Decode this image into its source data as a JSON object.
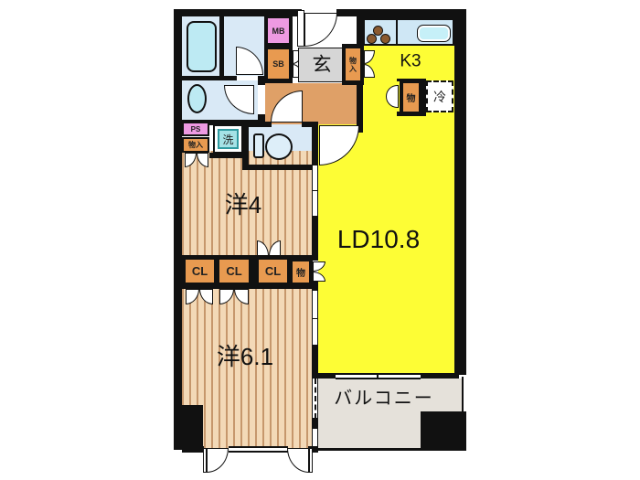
{
  "title": "apartment-floor-plan",
  "colors": {
    "wall": "#111111",
    "yellow": "#fdfd35",
    "hall_orange": "#dfa067",
    "closet_orange": "#e89a50",
    "floor_base": "#f3d9b7",
    "floor_stripe": "#c6976c",
    "water_blue": "#d9e9f6",
    "fixture_cyan": "#bdeaf3",
    "counter_blue": "#cfe7f5",
    "sink_cyan": "#c6f0f8",
    "genkan_gray": "#d6d6d6",
    "balcony_gray": "#e5e1da",
    "pink": "#ee9ae2",
    "teal_border": "#2f9aa0",
    "teal_fill": "#a5e2e6",
    "burner_brown": "#8b5a2f"
  },
  "rooms": {
    "living_dining": {
      "label": "LD10.8"
    },
    "kitchen": {
      "label": "K3"
    },
    "western4": {
      "label": "洋4"
    },
    "western61": {
      "label": "洋6.1"
    },
    "balcony": {
      "label": "バルコニー"
    },
    "entrance": {
      "label": "玄"
    }
  },
  "labels": {
    "mb": "MB",
    "sb": "SB",
    "ps": "PS",
    "storage_long": "物入",
    "storage_short": "物",
    "laundry": "洗",
    "fridge": "冷",
    "closet": "CL"
  }
}
